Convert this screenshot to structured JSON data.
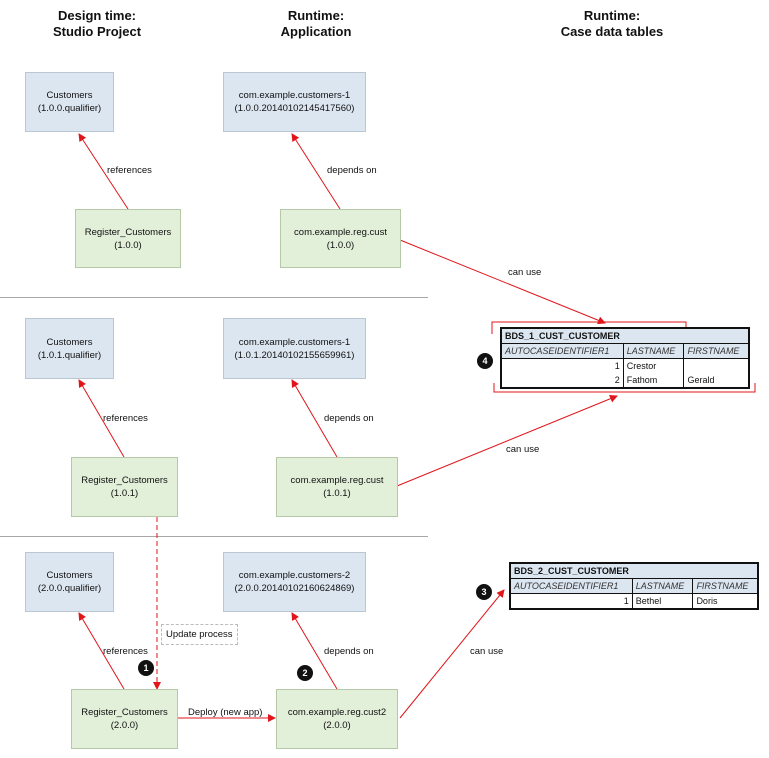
{
  "headers": {
    "design": [
      "Design time:",
      "Studio Project"
    ],
    "runtime_app": [
      "Runtime:",
      "Application"
    ],
    "runtime_tables": [
      "Runtime:",
      "Case data tables"
    ]
  },
  "boxes": {
    "cust1": [
      "Customers",
      "(1.0.0.qualifier)"
    ],
    "reg1": [
      "Register_Customers",
      "(1.0.0)"
    ],
    "app_cust1": [
      "com.example.customers-1",
      "(1.0.0.20140102145417560)"
    ],
    "app_reg1": [
      "com.example.reg.cust",
      "(1.0.0)"
    ],
    "cust2": [
      "Customers",
      "(1.0.1.qualifier)"
    ],
    "reg2": [
      "Register_Customers",
      "(1.0.1)"
    ],
    "app_cust2": [
      "com.example.customers-1",
      "(1.0.1.20140102155659961)"
    ],
    "app_reg2": [
      "com.example.reg.cust",
      "(1.0.1)"
    ],
    "cust3": [
      "Customers",
      "(2.0.0.qualifier)"
    ],
    "reg3": [
      "Register_Customers",
      "(2.0.0)"
    ],
    "app_cust3": [
      "com.example.customers-2",
      "(2.0.0.20140102160624869)"
    ],
    "app_reg3": [
      "com.example.reg.cust2",
      "(2.0.0)"
    ]
  },
  "labels": {
    "references": "references",
    "depends_on": "depends on",
    "can_use": "can use",
    "update_process": "Update process",
    "deploy": "Deploy (new app)"
  },
  "badges": {
    "b1": "1",
    "b2": "2",
    "b3": "3",
    "b4": "4"
  },
  "table1": {
    "name": "BDS_1_CUST_CUSTOMER",
    "columns": [
      "AUTOCASEIDENTIFIER1",
      "LASTNAME",
      "FIRSTNAME"
    ],
    "rows": [
      [
        "1",
        "Crestor",
        ""
      ],
      [
        "2",
        "Fathom",
        "Gerald"
      ]
    ]
  },
  "table2": {
    "name": "BDS_2_CUST_CUSTOMER",
    "columns": [
      "AUTOCASEIDENTIFIER1",
      "LASTNAME",
      "FIRSTNAME"
    ],
    "rows": [
      [
        "1",
        "Bethel",
        "Doris"
      ]
    ]
  },
  "colors": {
    "arrow": "#e0161b",
    "separator": "#a8a8a8",
    "box_blue": "#dce6f1",
    "box_green": "#e2efd9"
  }
}
